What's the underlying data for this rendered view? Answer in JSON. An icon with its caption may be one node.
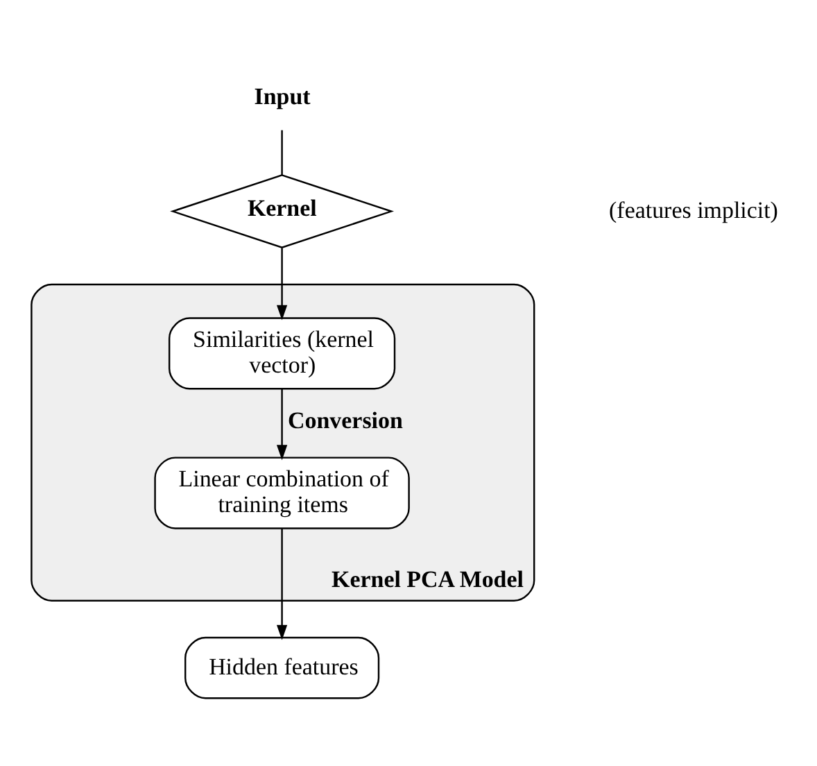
{
  "diagram": {
    "nodes": [
      {
        "text": [
          "Input"
        ]
      },
      {
        "text": [
          "Kernel"
        ]
      },
      {
        "text": [
          "Kernel PCA Model"
        ]
      },
      {
        "text": [
          "Similarities (kernel vector)"
        ],
        "in": 2
      },
      {
        "text": [
          "Linear combination of training items"
        ],
        "in": 2
      },
      {
        "text": [
          "Hidden features"
        ]
      }
    ],
    "edges": [
      {
        "from": 0,
        "to": 1,
        "arrow": "none"
      },
      {
        "from": 1,
        "to": 3,
        "arrow": "to"
      },
      {
        "from": 3,
        "to": 4,
        "arrow": "to",
        "label": "Conversion"
      },
      {
        "from": 4,
        "to": 5,
        "arrow": "to"
      }
    ],
    "labels": [
      "(features implicit)"
    ]
  }
}
